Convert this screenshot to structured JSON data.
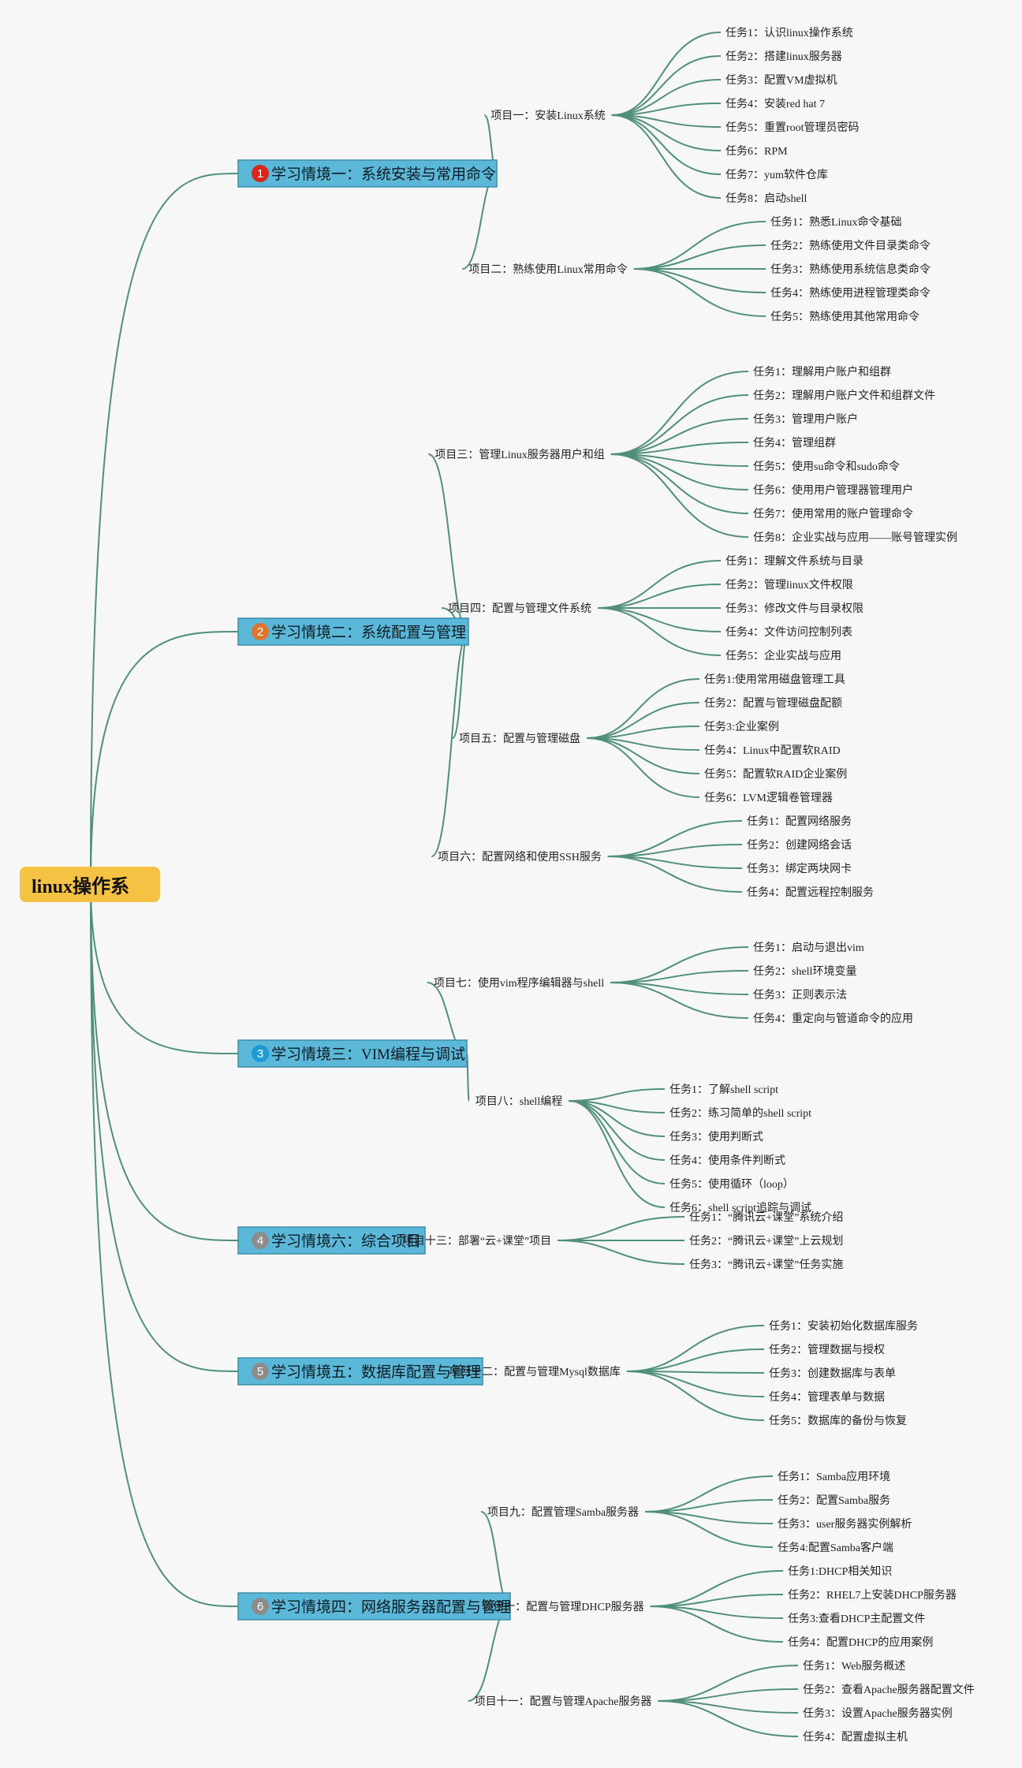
{
  "root": {
    "label": "linux操作系"
  },
  "colors": {
    "root": "#f6c244",
    "scene_box": "#5cb8d9",
    "link": "#4f8f7b"
  },
  "scenes": [
    {
      "label": "学习情境一：系统安装与常用命令",
      "number": "1",
      "badge_color": "#d9261c",
      "projects": [
        {
          "label": "项目一：安装Linux系统",
          "tasks": [
            "任务1：认识linux操作系统",
            "任务2：搭建linux服务器",
            "任务3：配置VM虚拟机",
            "任务4：安装red hat 7",
            "任务5：重置root管理员密码",
            "任务6：RPM",
            "任务7：yum软件仓库",
            "任务8：启动shell"
          ]
        },
        {
          "label": "项目二：熟练使用Linux常用命令",
          "tasks": [
            "任务1：熟悉Linux命令基础",
            "任务2：熟练使用文件目录类命令",
            "任务3：熟练使用系统信息类命令",
            "任务4：熟练使用进程管理类命令",
            "任务5：熟练使用其他常用命令"
          ]
        }
      ]
    },
    {
      "label": "学习情境二：系统配置与管理",
      "number": "2",
      "badge_color": "#e0742b",
      "projects": [
        {
          "label": "项目三：管理Linux服务器用户和组",
          "tasks": [
            "任务1：理解用户账户和组群",
            "任务2：理解用户账户文件和组群文件",
            "任务3：管理用户账户",
            "任务4：管理组群",
            "任务5：使用su命令和sudo命令",
            "任务6：使用用户管理器管理用户",
            "任务7：使用常用的账户管理命令",
            "任务8：企业实战与应用——账号管理实例"
          ]
        },
        {
          "label": "项目四：配置与管理文件系统",
          "tasks": [
            "任务1：理解文件系统与目录",
            "任务2：管理linux文件权限",
            "任务3：修改文件与目录权限",
            "任务4：文件访问控制列表",
            "任务5：企业实战与应用"
          ]
        },
        {
          "label": "项目五：配置与管理磁盘",
          "tasks": [
            "任务1:使用常用磁盘管理工具",
            "任务2：配置与管理磁盘配额",
            "任务3:企业案例",
            "任务4：Linux中配置软RAID",
            "任务5：配置软RAID企业案例",
            "任务6：LVM逻辑卷管理器"
          ]
        },
        {
          "label": "项目六：配置网络和使用SSH服务",
          "tasks": [
            "任务1：配置网络服务",
            "任务2：创建网络会话",
            "任务3：绑定两块网卡",
            "任务4：配置远程控制服务"
          ]
        }
      ]
    },
    {
      "label": "学习情境三：VIM编程与调试",
      "number": "3",
      "badge_color": "#1e9ad6",
      "projects": [
        {
          "label": "项目七：使用vim程序编辑器与shell",
          "tasks": [
            "任务1：启动与退出vim",
            "任务2：shell环境变量",
            "任务3：正则表示法",
            "任务4：重定向与管道命令的应用"
          ]
        },
        {
          "label": "项目八：shell编程",
          "tasks": [
            "任务1：了解shell script",
            "任务2：练习简单的shell script",
            "任务3：使用判断式",
            "任务4：使用条件判断式",
            "任务5：使用循环（loop）",
            "任务6：shell script追踪与调试"
          ]
        }
      ]
    },
    {
      "label": "学习情境六：综合项目",
      "number": "4",
      "badge_color": "#8c8c8c",
      "projects": [
        {
          "label": "项目十三：部署“云+课堂”项目",
          "tasks": [
            "任务1：“腾讯云+课堂”系统介绍",
            "任务2：“腾讯云+课堂”上云规划",
            "任务3：“腾讯云+课堂”任务实施"
          ]
        }
      ]
    },
    {
      "label": "学习情境五：数据库配置与管理",
      "number": "5",
      "badge_color": "#8c8c8c",
      "projects": [
        {
          "label": "项目十二：配置与管理Mysql数据库",
          "tasks": [
            "任务1：安装初始化数据库服务",
            "任务2：管理数据与授权",
            "任务3：创建数据库与表单",
            "任务4：管理表单与数据",
            "任务5：数据库的备份与恢复"
          ]
        }
      ]
    },
    {
      "label": "学习情境四：网络服务器配置与管理",
      "number": "6",
      "badge_color": "#8c8c8c",
      "projects": [
        {
          "label": "项目九：配置管理Samba服务器",
          "tasks": [
            "任务1：Samba应用环境",
            "任务2：配置Samba服务",
            "任务3：user服务器实例解析",
            "任务4:配置Samba客户端"
          ]
        },
        {
          "label": "项目十：配置与管理DHCP服务器",
          "tasks": [
            "任务1:DHCP相关知识",
            "任务2：RHEL7上安装DHCP服务器",
            "任务3:查看DHCP主配置文件",
            "任务4：配置DHCP的应用案例"
          ]
        },
        {
          "label": "项目十一：配置与管理Apache服务器",
          "tasks": [
            "任务1：Web服务概述",
            "任务2：查看Apache服务器配置文件",
            "任务3：设置Apache服务器实例",
            "任务4：配置虚拟主机"
          ]
        }
      ]
    }
  ]
}
